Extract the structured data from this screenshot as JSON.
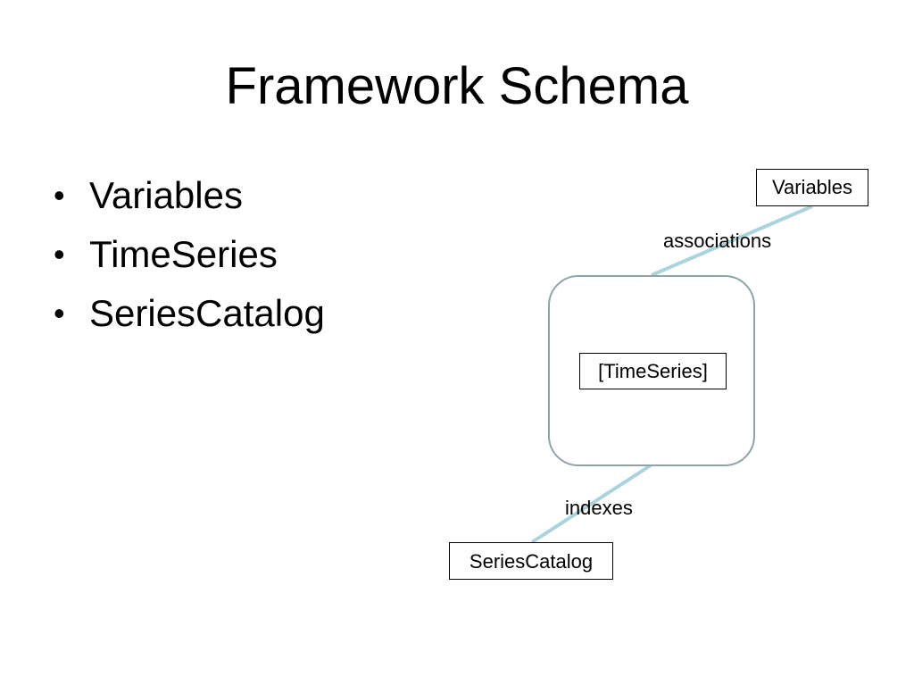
{
  "slide": {
    "title": "Framework Schema",
    "bullets": [
      {
        "text": "Variables"
      },
      {
        "text": "TimeSeries"
      },
      {
        "text": "SeriesCatalog"
      }
    ],
    "bullet_symbol": "•"
  },
  "diagram": {
    "nodes": {
      "variables": "Variables",
      "timeseries": "[TimeSeries]",
      "seriescatalog": "SeriesCatalog"
    },
    "edges": {
      "associations": "associations",
      "indexes": "indexes"
    },
    "colors": {
      "connector": "#a9d4dd",
      "container_border": "#8fa3aa"
    }
  }
}
